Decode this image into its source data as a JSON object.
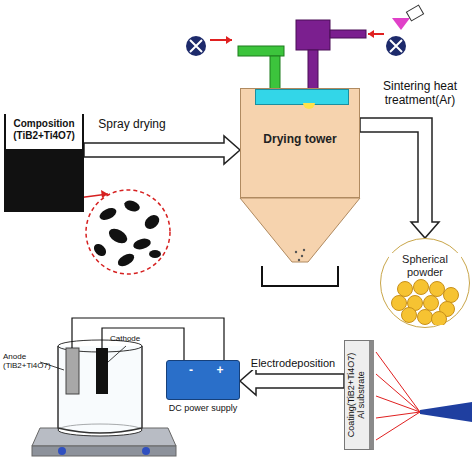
{
  "diagram": {
    "nodes": [
      {
        "text": [
          "Composition (TiB2+Ti4O7)"
        ]
      },
      {
        "text": [
          "Drying tower"
        ]
      },
      {
        "text": [
          "Spherical powder"
        ]
      },
      {
        "text": [
          "Coating(TiB2+Ti4O7)",
          "Al substrate"
        ]
      },
      {
        "text": [
          "DC power supply"
        ]
      }
    ],
    "edges": [
      {
        "from": 0,
        "to": 1,
        "label": "Spray drying",
        "arrow": "to"
      },
      {
        "from": 1,
        "to": 2,
        "label": "Sintering heat treatment(Ar)",
        "arrow": "to"
      },
      {
        "from": 3,
        "to": 4,
        "label": "Electrodeposition",
        "arrow": "to"
      }
    ],
    "labels": [
      "Anode (TiB2+Ti4O7)",
      "Cathode",
      "-",
      "+"
    ]
  }
}
